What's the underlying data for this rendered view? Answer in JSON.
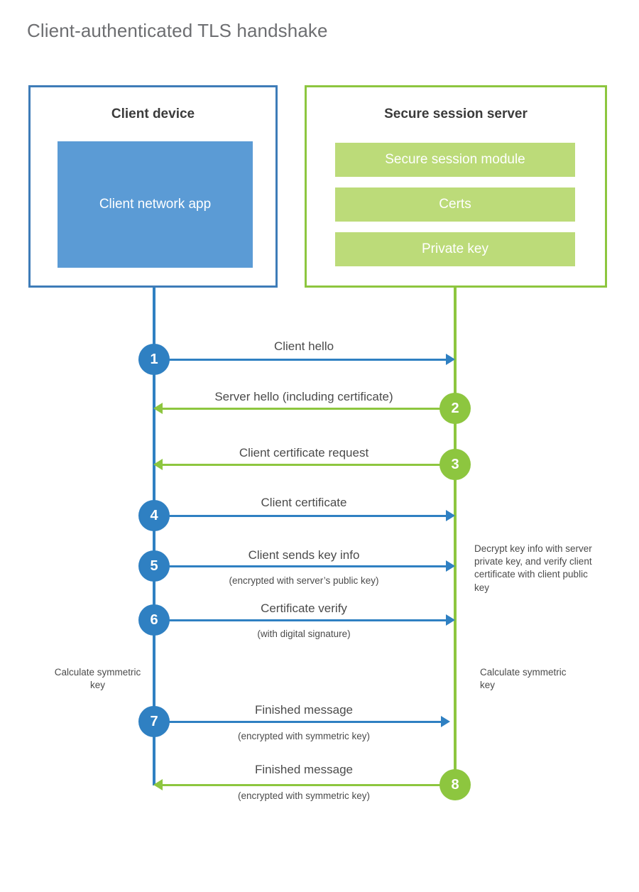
{
  "title": "Client-authenticated TLS handshake",
  "colors": {
    "client_accent": "#2f80c2",
    "client_box_border": "#3e7cb8",
    "client_app_fill": "#5b9bd5",
    "server_accent": "#8dc63f",
    "server_bar_fill": "#bcdb79",
    "title_text": "#6d6e71",
    "body_text": "#4b4b4b"
  },
  "client": {
    "title": "Client device",
    "app_label": "Client network app"
  },
  "server": {
    "title": "Secure session server",
    "components": [
      "Secure session module",
      "Certs",
      "Private key"
    ]
  },
  "steps": [
    {
      "number": "1",
      "label": "Client hello",
      "sublabel": "",
      "direction": "client-to-server",
      "color": "blue"
    },
    {
      "number": "2",
      "label": "Server hello (including certificate)",
      "sublabel": "",
      "direction": "server-to-client",
      "color": "green"
    },
    {
      "number": "3",
      "label": "Client certificate request",
      "sublabel": "",
      "direction": "server-to-client",
      "color": "green"
    },
    {
      "number": "4",
      "label": "Client certificate",
      "sublabel": "",
      "direction": "client-to-server",
      "color": "blue"
    },
    {
      "number": "5",
      "label": "Client sends key info",
      "sublabel": "(encrypted with server’s public key)",
      "direction": "client-to-server",
      "color": "blue"
    },
    {
      "number": "6",
      "label": "Certificate verify",
      "sublabel": "(with digital signature)",
      "direction": "client-to-server",
      "color": "blue"
    },
    {
      "number": "7",
      "label": "Finished message",
      "sublabel": "(encrypted with symmetric key)",
      "direction": "client-to-server",
      "color": "blue"
    },
    {
      "number": "8",
      "label": "Finished message",
      "sublabel": "(encrypted with symmetric key)",
      "direction": "server-to-client",
      "color": "green"
    }
  ],
  "annotations": {
    "server_decrypt_note": "Decrypt key info with server private key, and verify client certificate with client public key",
    "client_calculate_note": "Calculate symmetric key",
    "server_calculate_note": "Calculate symmetric key"
  }
}
